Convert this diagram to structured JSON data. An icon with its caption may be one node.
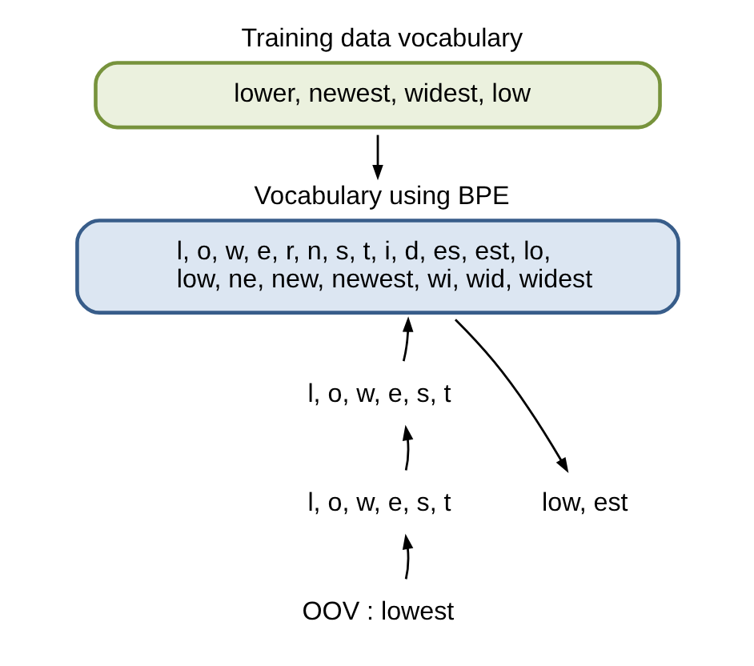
{
  "diagram": {
    "nodes": [
      {
        "text": [
          "Training data vocabulary",
          "lower, newest, widest, low"
        ]
      },
      {
        "text": [
          "Vocabulary using BPE",
          "l, o, w, e, r, n, s, t, i, d, es, est, lo, low, ne, new, newest, wi, wid, widest"
        ]
      },
      {
        "text": [
          "l, o, w, e, s, t"
        ]
      },
      {
        "text": [
          "l, o, w, e, s, t"
        ]
      },
      {
        "text": [
          "OOV : lowest"
        ]
      },
      {
        "text": [
          "low, est"
        ]
      }
    ],
    "edges": [
      {
        "from": 0,
        "to": 1,
        "arrow": "to"
      },
      {
        "from": 4,
        "to": 3,
        "arrow": "to"
      },
      {
        "from": 3,
        "to": 2,
        "arrow": "to"
      },
      {
        "from": 2,
        "to": 1,
        "arrow": "to"
      },
      {
        "from": 1,
        "to": 5,
        "arrow": "to"
      }
    ]
  }
}
